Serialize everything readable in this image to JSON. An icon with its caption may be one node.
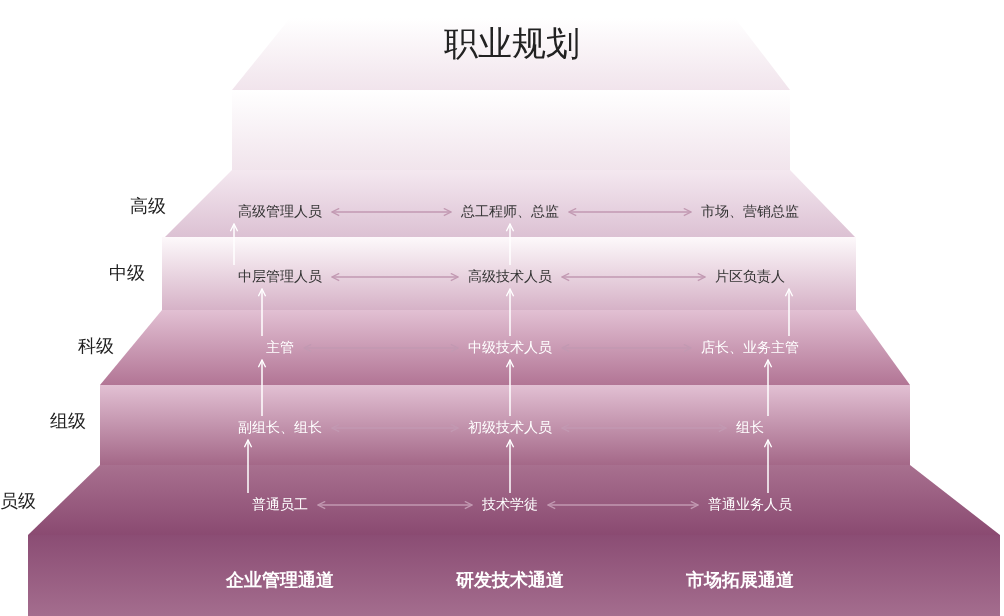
{
  "diagram": {
    "title": "职业规划",
    "nodes": [
      {
        "text": [
          "高级"
        ]
      },
      {
        "text": [
          "高级管理人员"
        ],
        "in": 0
      },
      {
        "text": [
          "总工程师、总监"
        ],
        "in": 0
      },
      {
        "text": [
          "市场、营销总监"
        ],
        "in": 0
      },
      {
        "text": [
          "中级"
        ]
      },
      {
        "text": [
          "中层管理人员"
        ],
        "in": 4
      },
      {
        "text": [
          "高级技术人员"
        ],
        "in": 4
      },
      {
        "text": [
          "片区负责人"
        ],
        "in": 4
      },
      {
        "text": [
          "科级"
        ]
      },
      {
        "text": [
          "主管"
        ],
        "in": 8
      },
      {
        "text": [
          "中级技术人员"
        ],
        "in": 8
      },
      {
        "text": [
          "店长、业务主管"
        ],
        "in": 8
      },
      {
        "text": [
          "组级"
        ]
      },
      {
        "text": [
          "副组长、组长"
        ],
        "in": 12
      },
      {
        "text": [
          "初级技术人员"
        ],
        "in": 12
      },
      {
        "text": [
          "组长"
        ],
        "in": 12
      },
      {
        "text": [
          "员级"
        ]
      },
      {
        "text": [
          "普通员工"
        ],
        "in": 16
      },
      {
        "text": [
          "技术学徒"
        ],
        "in": 16
      },
      {
        "text": [
          "普通业务人员"
        ],
        "in": 16
      },
      {
        "text": [
          "企业管理通道",
          "研发技术通道",
          "市场拓展通道"
        ]
      },
      {
        "text": [],
        "shape": "box"
      }
    ],
    "edges": [
      {
        "from": 1,
        "to": 2,
        "arrow": "both",
        "color": "#c299b2"
      },
      {
        "from": 2,
        "to": 3,
        "arrow": "both",
        "color": "#c299b2"
      },
      {
        "from": 5,
        "to": 6,
        "arrow": "both",
        "color": "#c299b2"
      },
      {
        "from": 6,
        "to": 7,
        "arrow": "both",
        "color": "#c299b2"
      },
      {
        "from": 9,
        "to": 10,
        "arrow": "both",
        "color": "#c299b2"
      },
      {
        "from": 10,
        "to": 11,
        "arrow": "both",
        "color": "#c299b2"
      },
      {
        "from": 13,
        "to": 14,
        "arrow": "both",
        "color": "#c299b2"
      },
      {
        "from": 14,
        "to": 15,
        "arrow": "both",
        "color": "#c299b2"
      },
      {
        "from": 17,
        "to": 18,
        "arrow": "both",
        "color": "#c299b2"
      },
      {
        "from": 18,
        "to": 19,
        "arrow": "both",
        "color": "#c299b2"
      },
      {
        "from": 6,
        "to": 2,
        "arrow": "to"
      },
      {
        "from": 9,
        "to": 5,
        "arrow": "to"
      },
      {
        "from": 10,
        "to": 6,
        "arrow": "to"
      },
      {
        "from": 11,
        "to": 7,
        "arrow": "to"
      },
      {
        "from": 13,
        "to": 9,
        "arrow": "to"
      },
      {
        "from": 14,
        "to": 10,
        "arrow": "to"
      },
      {
        "from": 15,
        "to": 11,
        "arrow": "to"
      },
      {
        "from": 17,
        "to": 13,
        "arrow": "to"
      },
      {
        "from": 18,
        "to": 14,
        "arrow": "to"
      },
      {
        "from": 19,
        "to": 15,
        "arrow": "to"
      },
      {
        "from": 5,
        "to": 1,
        "arrow": "to"
      }
    ]
  }
}
